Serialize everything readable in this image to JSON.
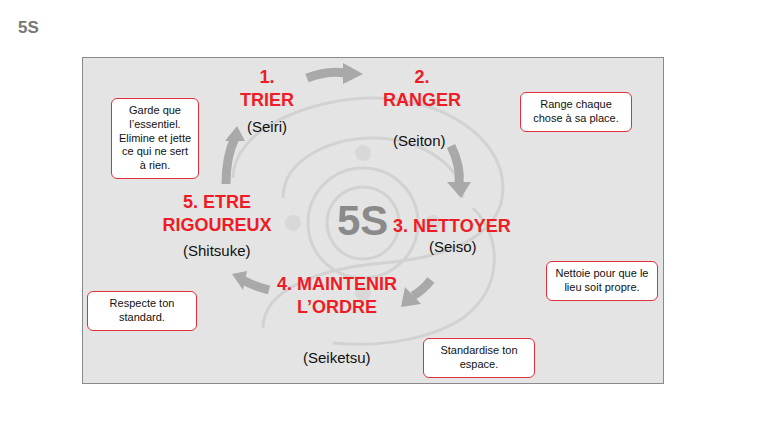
{
  "diagram": {
    "title": "5S",
    "nodes": [
      {
        "text": [
          "5S"
        ]
      },
      {
        "text": [
          "Garde que l’essentiel. Elimine et jette ce qui ne sert à rien."
        ],
        "in": 0
      },
      {
        "text": [
          "Range chaque chose à sa place."
        ],
        "in": 0
      },
      {
        "text": [
          "Nettoie pour que le lieu soit propre."
        ],
        "in": 0
      },
      {
        "text": [
          "Standardise ton espace."
        ],
        "in": 0
      },
      {
        "text": [
          "Respecte ton standard."
        ],
        "in": 0
      }
    ],
    "labels": [
      "1. TRIER",
      "(Seiri)",
      "2. RANGER",
      "(Seiton)",
      "3. NETTOYER",
      "(Seiso)",
      "4. MAINTENIR L’ORDRE",
      "(Seiketsu)",
      "5. ETRE RIGOUREUX",
      "(Shitsuke)"
    ]
  }
}
